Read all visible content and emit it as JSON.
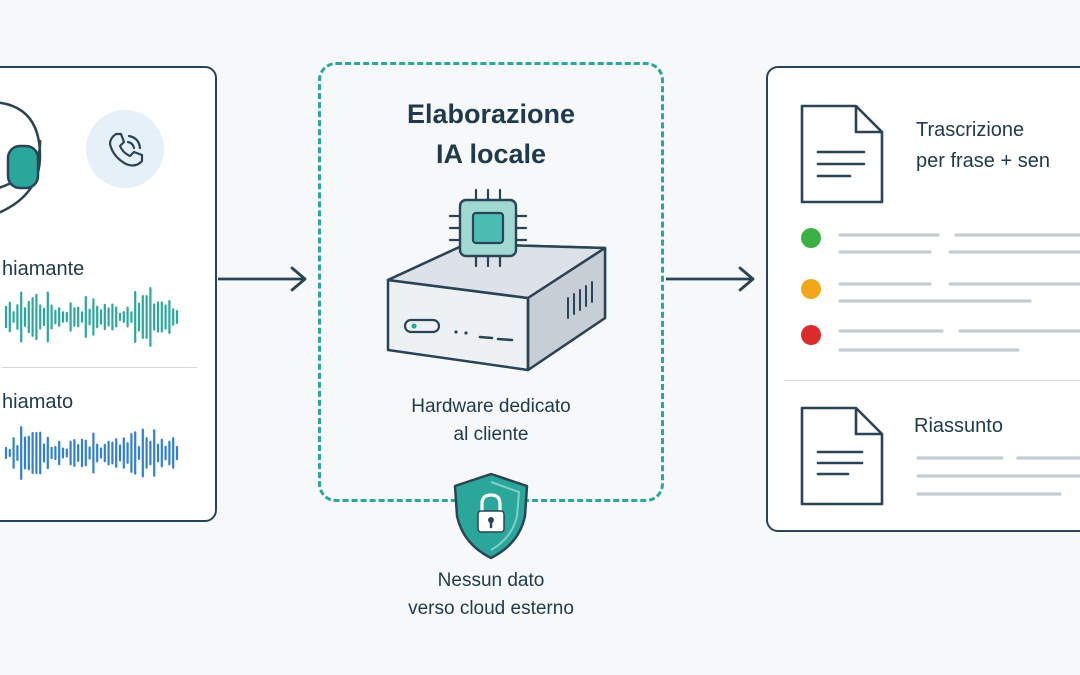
{
  "left_panel": {
    "caller_label": "hiamante",
    "callee_label": "hiamato",
    "icons": [
      "headset-icon",
      "phone-icon"
    ]
  },
  "center": {
    "title_line1": "Elaborazione",
    "title_line2": "IA locale",
    "hardware_line1": "Hardware dedicato",
    "hardware_line2": "al cliente",
    "no_cloud_line1": "Nessun dato",
    "no_cloud_line2": "verso cloud esterno",
    "icons": [
      "chip-icon",
      "server-box-icon",
      "shield-lock-icon"
    ]
  },
  "right_panel": {
    "transcript_line1": "Trascrizione",
    "transcript_line2": "per frase + sen",
    "summary_title": "Riassunto",
    "status_colors": [
      "#3bb143",
      "#f2a71b",
      "#dc2b2b"
    ],
    "icons": [
      "document-icon",
      "document-icon"
    ]
  },
  "colors": {
    "accent_teal": "#2aa69b",
    "wave_teal": "#2aa89b",
    "wave_blue": "#2f7fd6",
    "outline": "#2a4457"
  }
}
